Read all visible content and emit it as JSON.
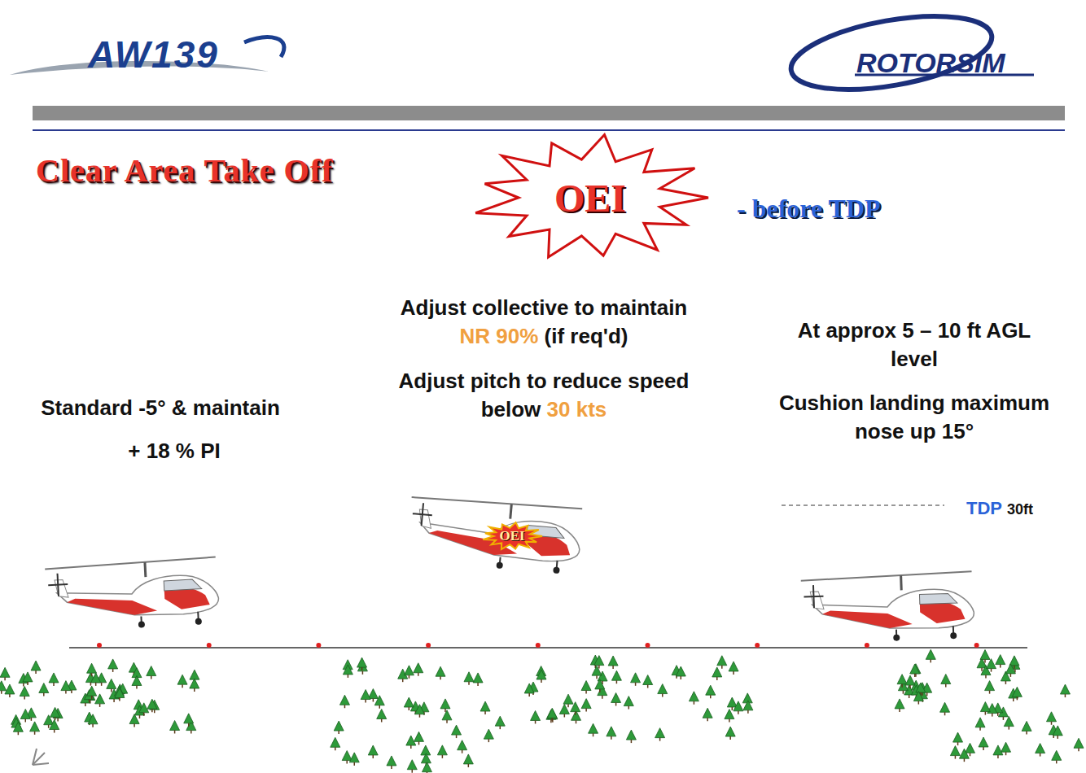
{
  "diagram": {
    "title": "Clear Area Take Off",
    "nodes": [
      {
        "text": [
          "OEI"
        ]
      },
      {
        "text": [
          "OEI"
        ]
      }
    ],
    "labels": [
      "AW139",
      "ROTORSIM",
      "- before TDP",
      "Adjust collective to maintain",
      "NR 90%",
      "(if req'd)",
      "Adjust pitch to reduce speed",
      "below",
      "30 kts",
      "Standard -5° & maintain",
      "+ 18 % PI",
      "At approx 5 – 10 ft AGL level",
      "Cushion landing maximum nose up 15°",
      "TDP",
      "30ft"
    ]
  }
}
